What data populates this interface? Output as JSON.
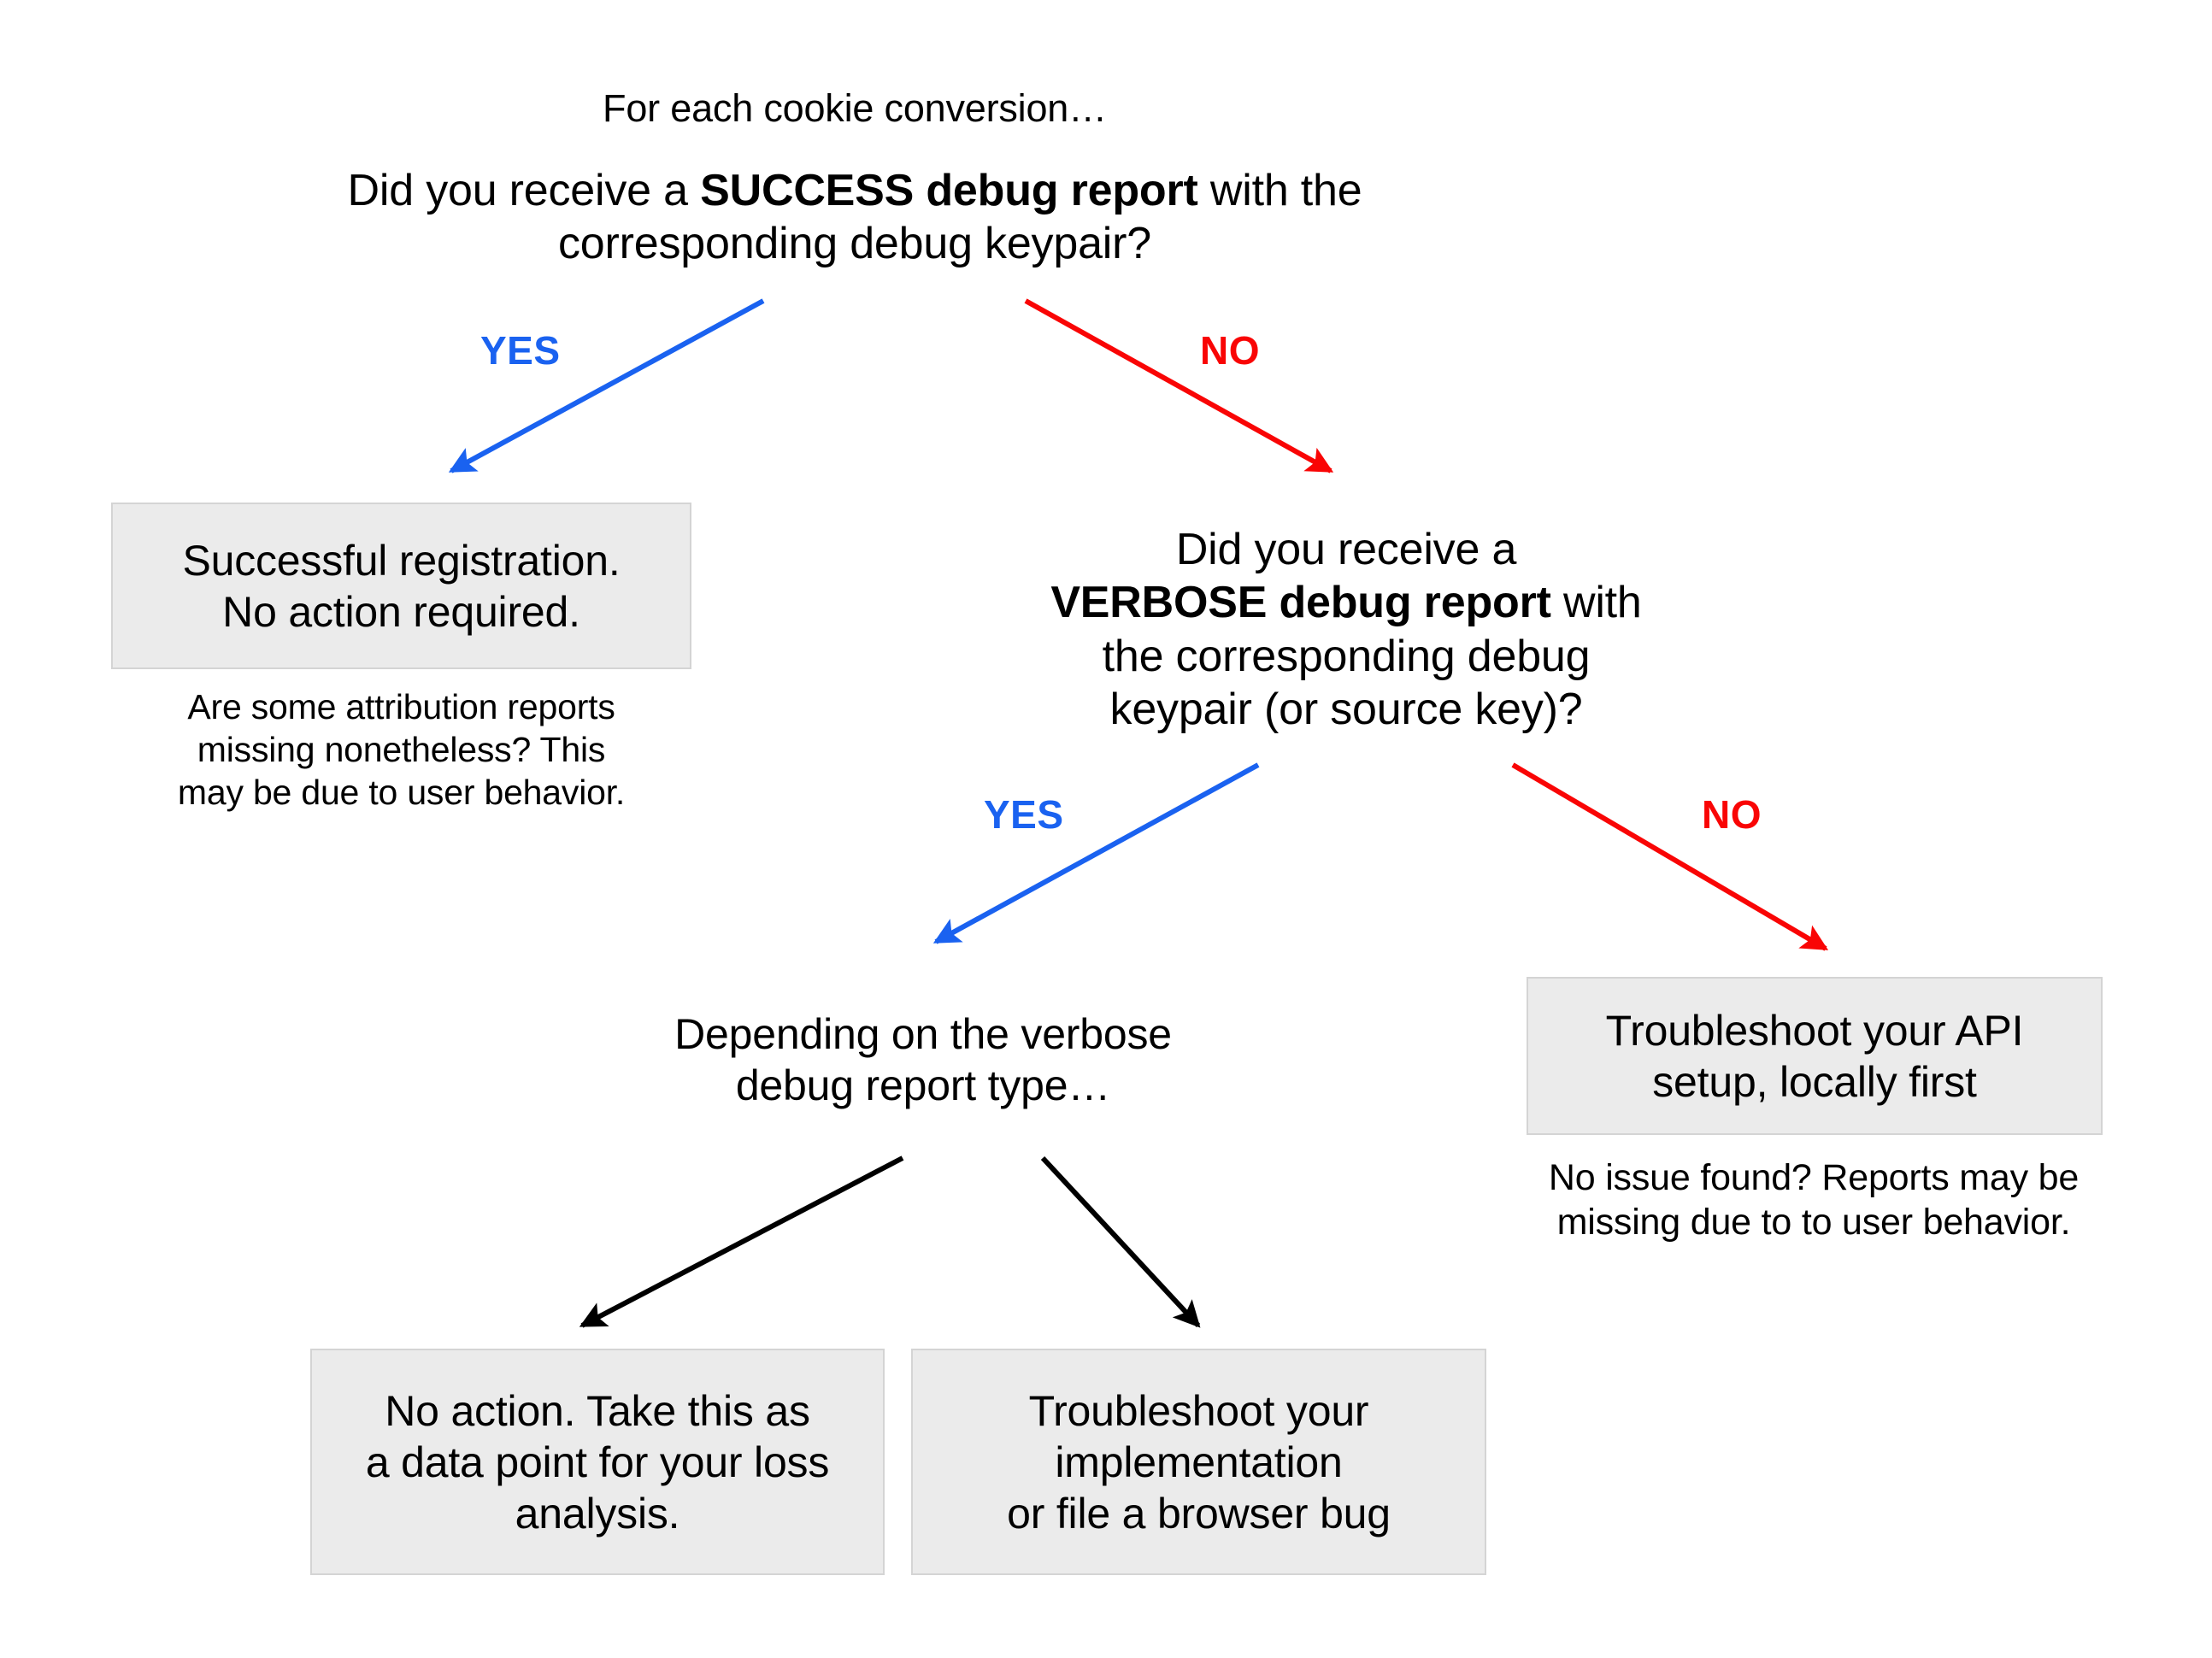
{
  "diagram": {
    "title_line": "For each cookie conversion…",
    "root_question": {
      "pre": "Did you receive a ",
      "strong": "SUCCESS debug report",
      "post": " with the\ncorresponding debug keypair?"
    },
    "branch1": {
      "yes_label": "YES",
      "no_label": "NO"
    },
    "success_box": "Successful registration.\nNo action required.",
    "success_annotation": "Are some attribution reports\nmissing nonetheless? This\nmay be due to user behavior.",
    "verbose_question": {
      "pre": "Did you receive a\n",
      "strong": "VERBOSE debug report",
      "post": " with\nthe corresponding debug\nkeypair (or source key)?"
    },
    "branch2": {
      "yes_label": "YES",
      "no_label": "NO"
    },
    "depends_text": "Depending on the verbose\ndebug report type…",
    "api_box": "Troubleshoot your API\nsetup, locally first",
    "api_annotation": "No issue found? Reports may be\nmissing due to to user behavior.",
    "leaf_left_box": "No action. Take this as\na data point for your loss\nanalysis.",
    "leaf_right_box": "Troubleshoot your\nimplementation\nor file a browser bug",
    "colors": {
      "yes_blue": "#1a62f0",
      "no_red": "#f90505",
      "arrow_black": "#000000",
      "box_fill": "#ebebeb",
      "box_border": "#d4d4d4",
      "background": "#ffffff",
      "text": "#000000"
    }
  }
}
